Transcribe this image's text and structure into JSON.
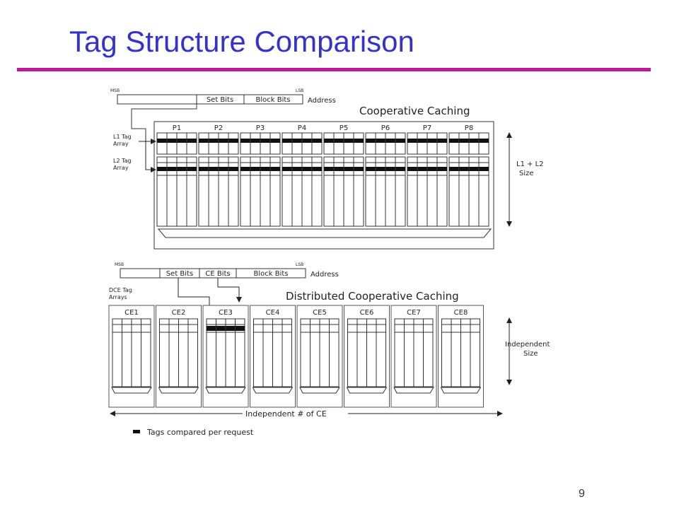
{
  "slide": {
    "title": "Tag Structure Comparison",
    "page_number": "9",
    "accent_color": "#c0189c",
    "title_color": "#3333cc"
  },
  "diagram": {
    "cooperative": {
      "title": "Cooperative Caching",
      "msb": "MSB",
      "lsb": "LSB",
      "fields": [
        "Set Bits",
        "Block Bits"
      ],
      "address_label": "Address",
      "l1_label": [
        "L1 Tag",
        "Array"
      ],
      "l2_label": [
        "L2 Tag",
        "Array"
      ],
      "processors": [
        "P1",
        "P2",
        "P3",
        "P4",
        "P5",
        "P6",
        "P7",
        "P8"
      ],
      "size_label": [
        "L1 + L2",
        "Size"
      ]
    },
    "distributed": {
      "title": "Distributed Cooperative Caching",
      "msb": "MSB",
      "lsb": "LSB",
      "fields": [
        "Set Bits",
        "CE Bits",
        "Block Bits"
      ],
      "address_label": "Address",
      "dce_label": [
        "DCE Tag",
        "Arrays"
      ],
      "ces": [
        "CE1",
        "CE2",
        "CE3",
        "CE4",
        "CE5",
        "CE6",
        "CE7",
        "CE8"
      ],
      "size_label": [
        "Independent",
        "Size"
      ],
      "count_label": "Independent # of CE"
    },
    "legend": "Tags compared per request"
  }
}
